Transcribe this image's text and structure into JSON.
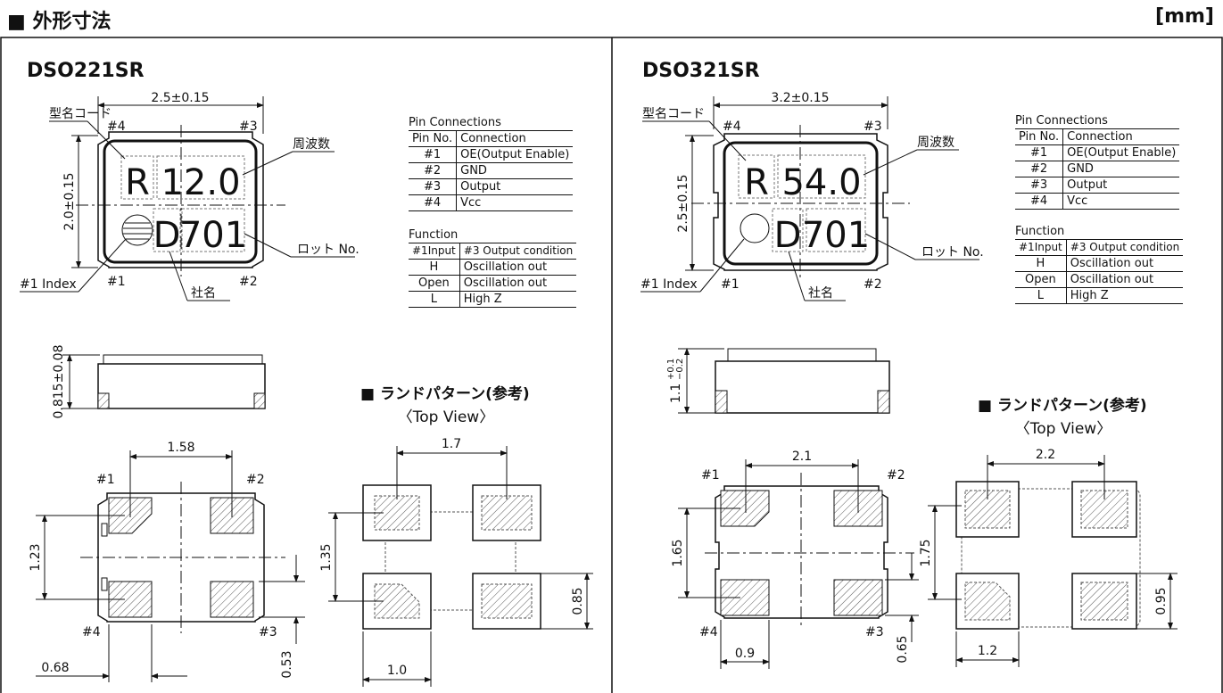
{
  "header": {
    "title": "■ 外形寸法",
    "unit": "[mm]"
  },
  "panels": [
    {
      "model": "DSO221SR",
      "top_view": {
        "width_dim": "2.5±0.15",
        "height_dim": "2.0±0.15",
        "marking_line1": [
          "R",
          "12.0"
        ],
        "marking_line2": [
          "D",
          "701"
        ],
        "labels": {
          "model_code": "型名コード",
          "frequency": "周波数",
          "lot": "ロット No.",
          "company": "社名",
          "index": "#1 Index"
        },
        "pins": [
          "#1",
          "#2",
          "#3",
          "#4"
        ]
      },
      "pin_table": {
        "caption": "Pin Connections",
        "headers": [
          "Pin No.",
          "Connection"
        ],
        "rows": [
          [
            "#1",
            "OE(Output Enable)"
          ],
          [
            "#2",
            "GND"
          ],
          [
            "#3",
            "Output"
          ],
          [
            "#4",
            "Vcc"
          ]
        ]
      },
      "func_table": {
        "caption": "Function",
        "headers": [
          "#1Input",
          "#3 Output condition"
        ],
        "rows": [
          [
            "H",
            "Oscillation out"
          ],
          [
            "Open",
            "Oscillation out"
          ],
          [
            "L",
            "High Z"
          ]
        ]
      },
      "side_view": {
        "height_dim": "0.815±0.08"
      },
      "bottom_view": {
        "pitch_x": "1.58",
        "pitch_y": "1.23",
        "pad_w": "0.68",
        "pad_h": "0.53",
        "pins": [
          "#1",
          "#2",
          "#3",
          "#4"
        ]
      },
      "land_pattern": {
        "title": "■ ランドパターン(参考)",
        "subtitle": "〈Top View〉",
        "pitch_x": "1.7",
        "pitch_y": "1.35",
        "pad_w": "1.0",
        "pad_h": "0.85"
      }
    },
    {
      "model": "DSO321SR",
      "top_view": {
        "width_dim": "3.2±0.15",
        "height_dim": "2.5±0.15",
        "marking_line1": [
          "R",
          "54.0"
        ],
        "marking_line2": [
          "D",
          "701"
        ],
        "labels": {
          "model_code": "型名コード",
          "frequency": "周波数",
          "lot": "ロット No.",
          "company": "社名",
          "index": "#1 Index"
        },
        "pins": [
          "#1",
          "#2",
          "#3",
          "#4"
        ]
      },
      "pin_table": {
        "caption": "Pin Connections",
        "headers": [
          "Pin No.",
          "Connection"
        ],
        "rows": [
          [
            "#1",
            "OE(Output Enable)"
          ],
          [
            "#2",
            "GND"
          ],
          [
            "#3",
            "Output"
          ],
          [
            "#4",
            "Vcc"
          ]
        ]
      },
      "func_table": {
        "caption": "Function",
        "headers": [
          "#1Input",
          "#3 Output condition"
        ],
        "rows": [
          [
            "H",
            "Oscillation out"
          ],
          [
            "Open",
            "Oscillation out"
          ],
          [
            "L",
            "High Z"
          ]
        ]
      },
      "side_view": {
        "height_dim": "1.1",
        "tol_plus": "+0.1",
        "tol_minus": "−0.2"
      },
      "bottom_view": {
        "pitch_x": "2.1",
        "pitch_y": "1.65",
        "pad_w": "0.9",
        "pad_h": "0.65",
        "pins": [
          "#1",
          "#2",
          "#3",
          "#4"
        ]
      },
      "land_pattern": {
        "title": "■ ランドパターン(参考)",
        "subtitle": "〈Top View〉",
        "pitch_x": "2.2",
        "pitch_y": "1.75",
        "pad_w": "1.2",
        "pad_h": "0.95"
      }
    }
  ]
}
